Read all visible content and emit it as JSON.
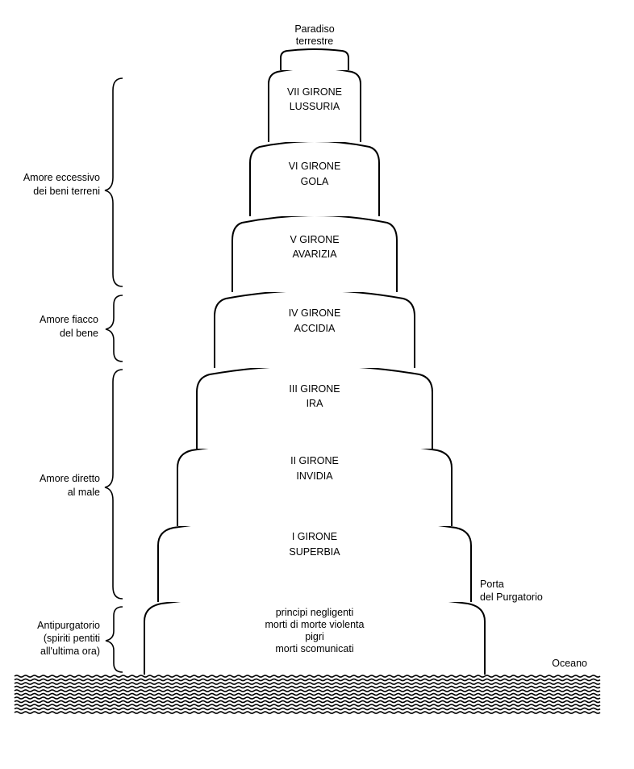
{
  "summit": {
    "lines": [
      "Paradiso",
      "terrestre"
    ]
  },
  "terraces": [
    {
      "id": "girone-7",
      "lines": [
        "VII GIRONE",
        "LUSSURIA"
      ]
    },
    {
      "id": "girone-6",
      "lines": [
        "VI GIRONE",
        "GOLA"
      ]
    },
    {
      "id": "girone-5",
      "lines": [
        "V GIRONE",
        "AVARIZIA"
      ]
    },
    {
      "id": "girone-4",
      "lines": [
        "IV GIRONE",
        "ACCIDIA"
      ]
    },
    {
      "id": "girone-3",
      "lines": [
        "III GIRONE",
        "IRA"
      ]
    },
    {
      "id": "girone-2",
      "lines": [
        "II GIRONE",
        "INVIDIA"
      ]
    },
    {
      "id": "girone-1",
      "lines": [
        "I GIRONE",
        "SUPERBIA"
      ]
    },
    {
      "id": "antipurgatorio",
      "lines": [
        "principi negligenti",
        "morti di morte violenta",
        "pigri",
        "morti scomunicati"
      ]
    }
  ],
  "groups": [
    {
      "id": "amore-eccessivo",
      "lines": [
        "Amore eccessivo",
        "dei beni terreni"
      ]
    },
    {
      "id": "amore-fiacco",
      "lines": [
        "Amore fiacco",
        "del bene"
      ]
    },
    {
      "id": "amore-diretto",
      "lines": [
        "Amore diretto",
        "al male"
      ]
    },
    {
      "id": "antipurgatorio-group",
      "lines": [
        "Antipurgatorio",
        "(spiriti pentiti",
        "all'ultima ora)"
      ]
    }
  ],
  "gate": {
    "lines": [
      "Porta",
      "del Purgatorio"
    ]
  },
  "ocean": {
    "label": "Oceano"
  }
}
